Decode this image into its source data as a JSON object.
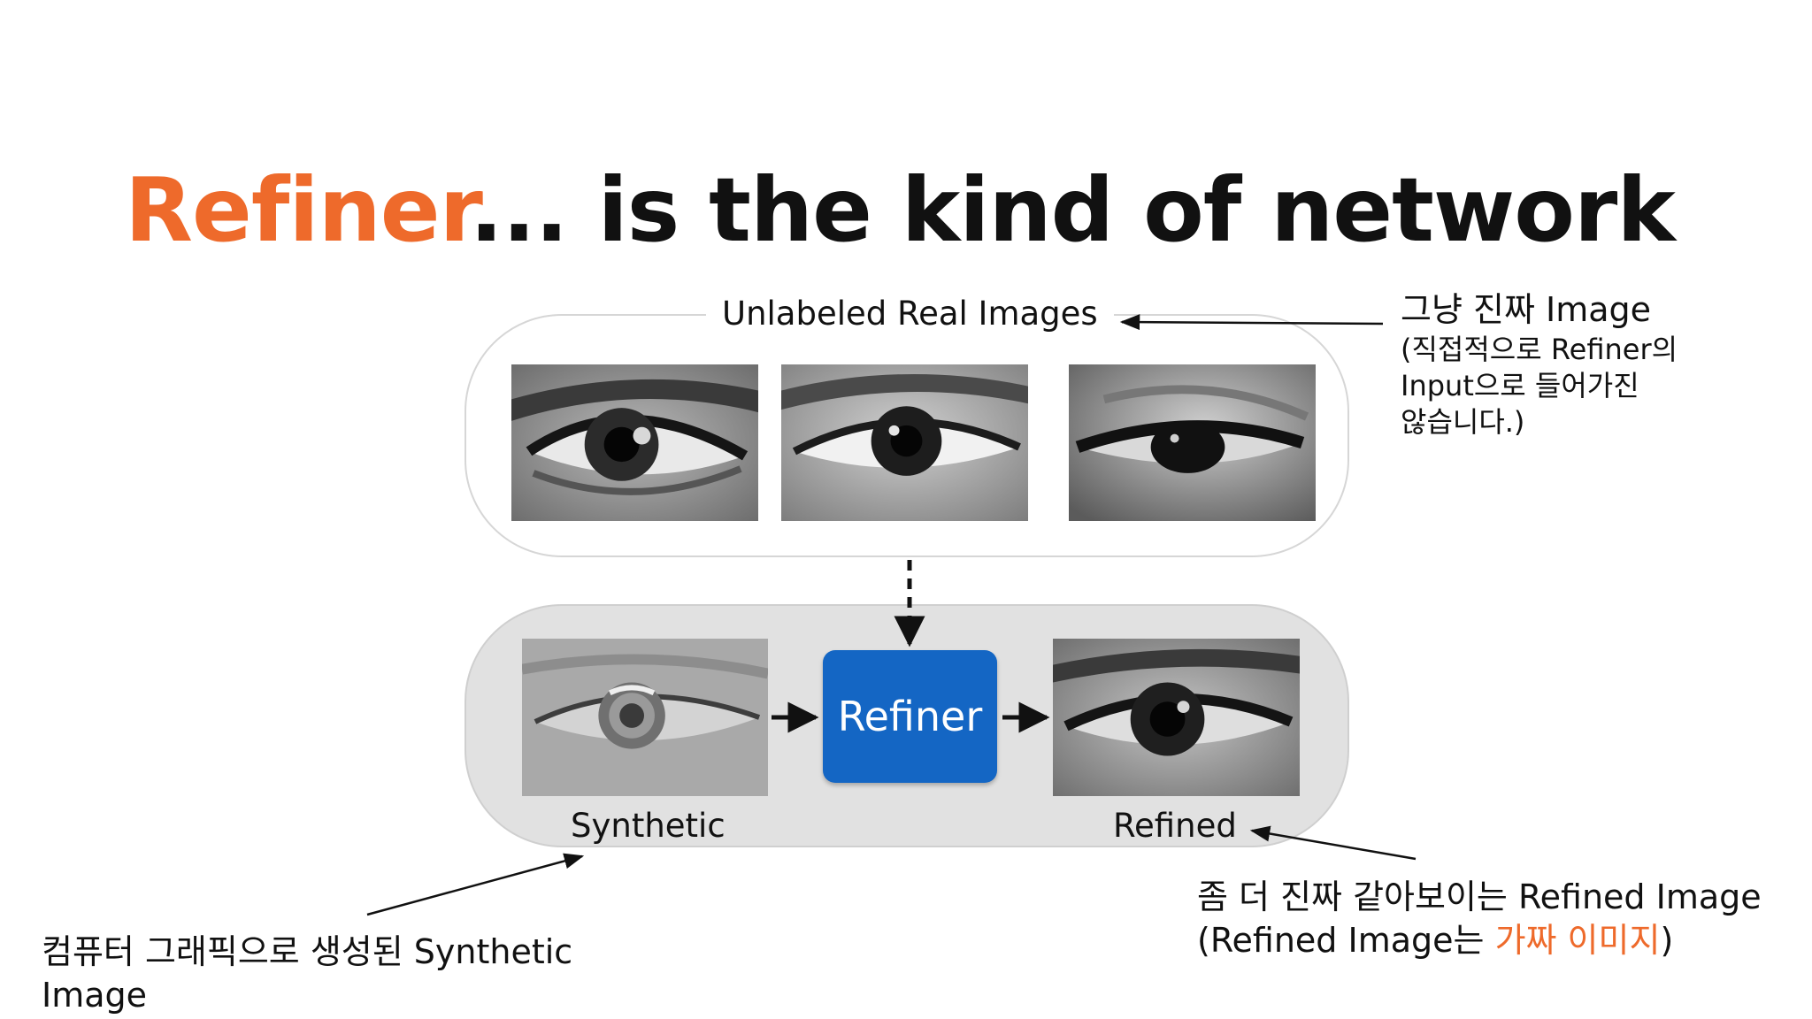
{
  "title": {
    "accent": "Refiner",
    "rest": "... is the kind of network"
  },
  "diagram": {
    "real_label": "Unlabeled Real Images",
    "refiner_label": "Refiner",
    "synthetic_label": "Synthetic",
    "refined_label": "Refined"
  },
  "notes": {
    "real": {
      "line1": "그냥 진짜 Image",
      "line2": "(직접적으로 Refiner의",
      "line3": "Input으로 들어가진",
      "line4": "않습니다.)"
    },
    "refined": {
      "line1": "좀 더 진짜 같아보이는 Refined Image",
      "line2_prefix": "(Refined Image는 ",
      "line2_accent": "가짜 이미지",
      "line2_suffix": ")"
    },
    "synthetic": {
      "line1": "컴퓨터 그래픽으로 생성된 Synthetic",
      "line2": "Image"
    }
  },
  "colors": {
    "accent": "#ee6a2b",
    "refiner_box": "#1466c4",
    "panel_fill": "#e1e1e1"
  }
}
